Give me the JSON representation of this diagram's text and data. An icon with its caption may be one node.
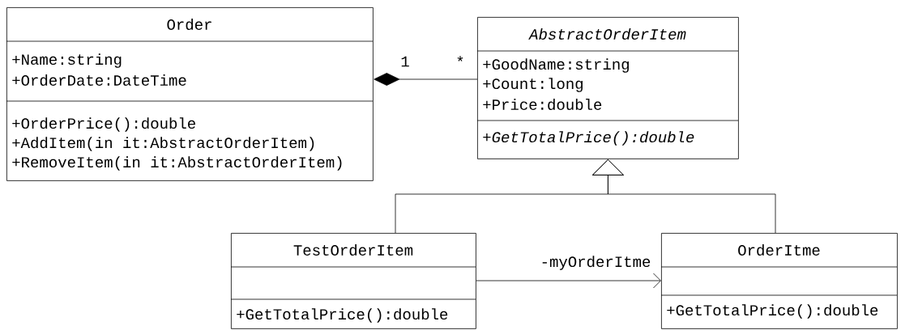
{
  "diagram": {
    "nodes": [
      {
        "text": [
          "Order",
          "+Name:string",
          "+OrderDate:DateTime",
          "+OrderPrice():double",
          "+AddItem(in it:AbstractOrderItem)",
          "+RemoveItem(in it:AbstractOrderItem)"
        ]
      },
      {
        "text": [
          "AbstractOrderItem",
          "+GoodName:string",
          "+Count:long",
          "+Price:double",
          "+GetTotalPrice():double"
        ]
      },
      {
        "text": [
          "TestOrderItem",
          "+GetTotalPrice():double"
        ]
      },
      {
        "text": [
          "OrderItme",
          "+GetTotalPrice():double"
        ]
      }
    ],
    "edges": [
      {
        "from": 0,
        "to": 1,
        "arrow": "other"
      },
      {
        "from": 2,
        "to": 1,
        "arrow": "to"
      },
      {
        "from": 3,
        "to": 1,
        "arrow": "to"
      },
      {
        "from": 2,
        "to": 3,
        "arrow": "to",
        "label": "-myOrderItme"
      }
    ],
    "labels": [
      "1",
      "*"
    ]
  }
}
